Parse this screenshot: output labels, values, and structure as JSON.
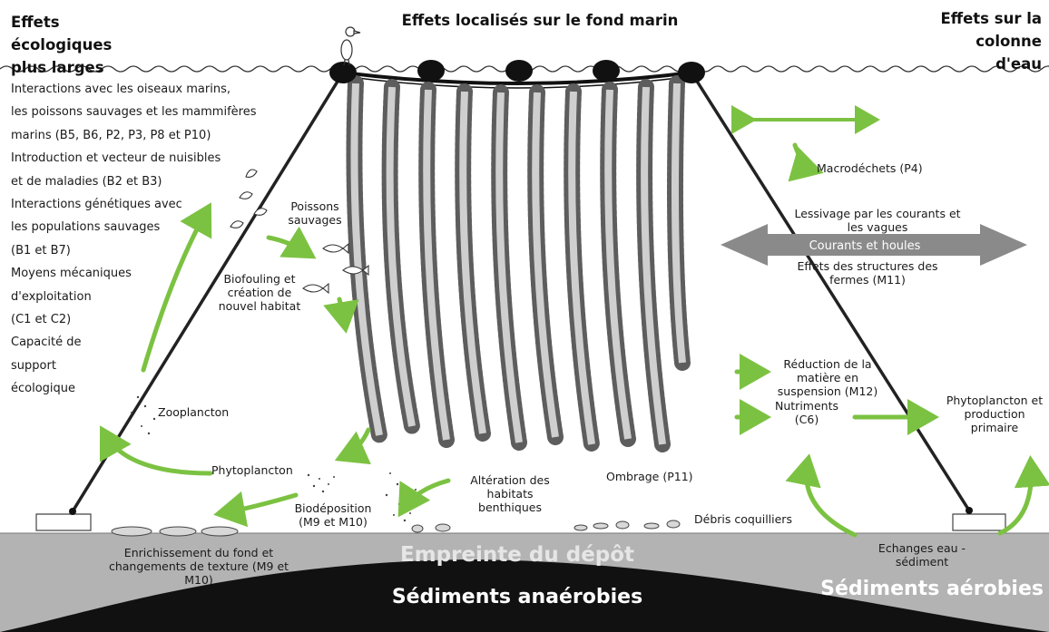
{
  "header": {
    "left": "Effets écologiques plus larges",
    "center": "Effets localisés sur le fond marin",
    "right": "Effets sur la colonne d'eau"
  },
  "left_effects": [
    "Interactions avec les oiseaux marins,",
    "les poissons sauvages et les mammifères",
    "marins (B5, B6, P2, P3, P8 et P10)",
    "Introduction et vecteur de nuisibles",
    "et de maladies (B2 et B3)",
    "Interactions  génétiques avec",
    "les populations sauvages",
    "(B1 et B7)",
    "Moyens mécaniques",
    "d'exploitation",
    "(C1 et C2)",
    "Capacité de",
    "support",
    "écologique"
  ],
  "labels": {
    "poissons_sauvages": "Poissons sauvages",
    "biofouling": "Biofouling et création de nouvel habitat",
    "zooplancton": "Zooplancton",
    "phytoplancton_left": "Phytoplancton",
    "biodeposition": "Biodéposition (M9 et M10)",
    "alteration": "Altération des habitats benthiques",
    "ombrage": "Ombrage (P11)",
    "debris": "Débris coquilliers",
    "enrichissement": "Enrichissement du fond et changements de texture (M9 et M10)",
    "macrodechets": "Macrodéchets (P4)",
    "lessivage": "Lessivage par les courants et les vagues",
    "courants": "Courants et houles",
    "effets_structures": "Effets des structures des fermes (M11)",
    "reduction": "Réduction de la matière en suspension (M12)",
    "nutriments": "Nutriments (C6)",
    "phytoplancton_right": "Phytoplancton et production primaire",
    "echanges": "Echanges eau - sédiment",
    "empreinte": "Empreinte du dépôt",
    "sed_anaerobies": "Sédiments anaérobies",
    "sed_aerobies": "Sédiments aérobies"
  },
  "colors": {
    "arrow_green": "#7cc242",
    "band_grey": "#b3b3b3",
    "current_arrow": "#8a8a8a",
    "anaerobic": "#111111",
    "empreinte_text": "#e6e6e6"
  }
}
